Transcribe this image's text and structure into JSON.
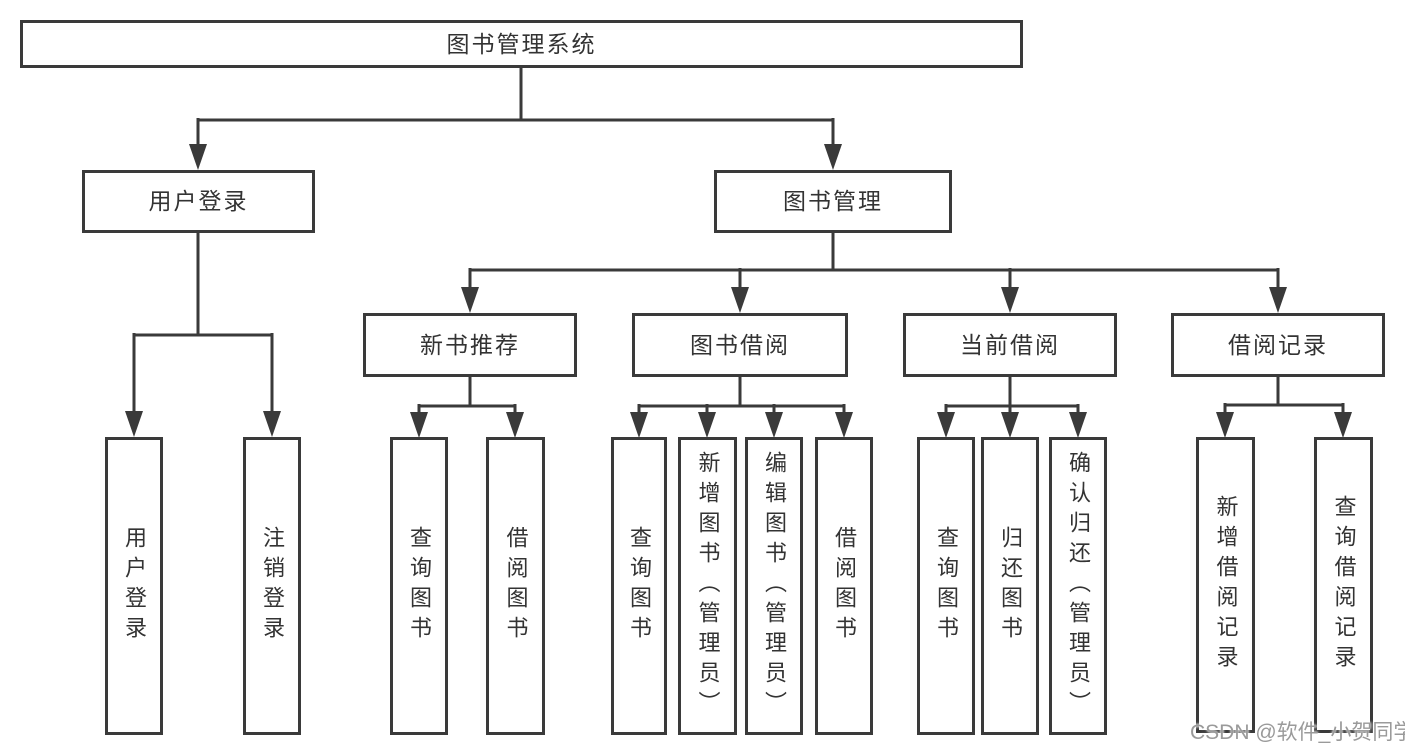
{
  "diagram": {
    "title": "图书管理系统",
    "nodes": {
      "root": "图书管理系统",
      "user_login": "用户登录",
      "book_management": "图书管理",
      "login": "用户登录",
      "logout": "注销登录",
      "new_book_recommend": "新书推荐",
      "book_borrow": "图书借阅",
      "current_borrow": "当前借阅",
      "borrow_records": "借阅记录",
      "nb_query_book": "查询图书",
      "nb_borrow_book": "借阅图书",
      "bb_query_book": "查询图书",
      "bb_add_book": "新增图书（管理员）",
      "bb_edit_book": "编辑图书（管理员）",
      "bb_borrow_book": "借阅图书",
      "cb_query_book": "查询图书",
      "cb_return_book": "归还图书",
      "cb_confirm_return": "确认归还（管理员）",
      "br_add_record": "新增借阅记录",
      "br_query_record": "查询借阅记录"
    },
    "edges": [
      [
        "root",
        "user_login"
      ],
      [
        "root",
        "book_management"
      ],
      [
        "user_login",
        "login"
      ],
      [
        "user_login",
        "logout"
      ],
      [
        "book_management",
        "new_book_recommend"
      ],
      [
        "book_management",
        "book_borrow"
      ],
      [
        "book_management",
        "current_borrow"
      ],
      [
        "book_management",
        "borrow_records"
      ],
      [
        "new_book_recommend",
        "nb_query_book"
      ],
      [
        "new_book_recommend",
        "nb_borrow_book"
      ],
      [
        "book_borrow",
        "bb_query_book"
      ],
      [
        "book_borrow",
        "bb_add_book"
      ],
      [
        "book_borrow",
        "bb_edit_book"
      ],
      [
        "book_borrow",
        "bb_borrow_book"
      ],
      [
        "current_borrow",
        "cb_query_book"
      ],
      [
        "current_borrow",
        "cb_return_book"
      ],
      [
        "current_borrow",
        "cb_confirm_return"
      ],
      [
        "borrow_records",
        "br_add_record"
      ],
      [
        "borrow_records",
        "br_query_record"
      ]
    ]
  },
  "watermark": "CSDN @软件_小贺同学",
  "colors": {
    "line": "#3a3a3a",
    "box_border": "#3a3a3a",
    "text": "#333333",
    "watermark": "#9a9a9a",
    "background": "#ffffff"
  }
}
